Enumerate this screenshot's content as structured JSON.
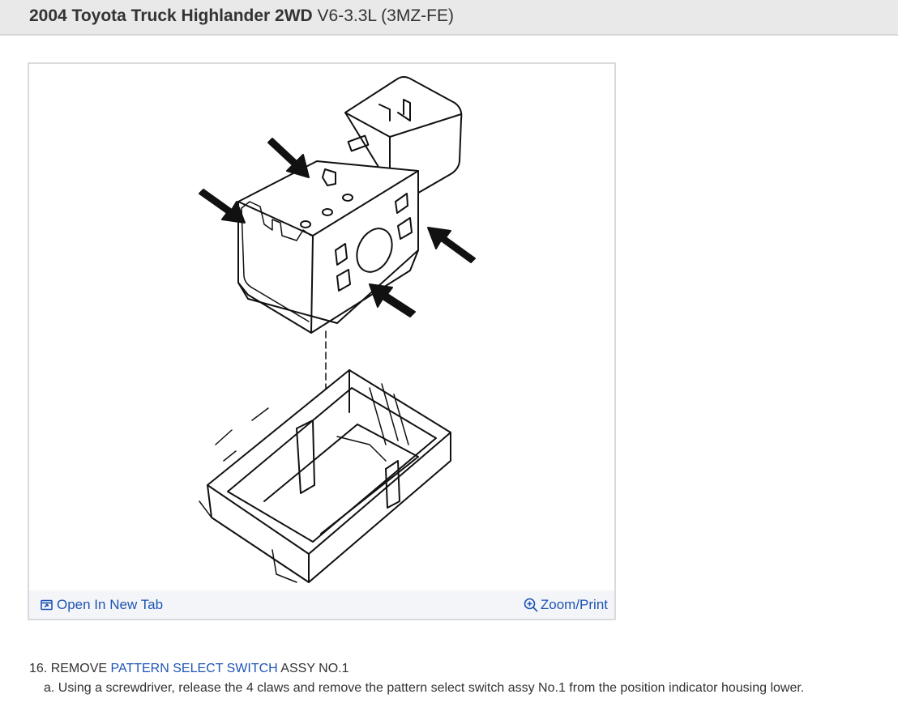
{
  "header": {
    "vehicle": "2004 Toyota Truck Highlander 2WD",
    "engine": "V6-3.3L (3MZ-FE)"
  },
  "figure": {
    "open_new_tab_label": "Open In New Tab",
    "zoom_print_label": "Zoom/Print"
  },
  "steps": {
    "step16_prefix": "16. REMOVE ",
    "step16_link": "PATTERN SELECT SWITCH",
    "step16_suffix": " ASSY NO.1",
    "step16_a": "a. Using a screwdriver, release the 4 claws and remove the pattern select switch assy No.1 from the position indicator housing lower."
  },
  "colors": {
    "link": "#1f55b5",
    "header_bg": "#e9e9ea",
    "text": "#333333"
  },
  "icons": {
    "open_tab": "open-in-new-tab-icon",
    "zoom": "zoom-in-icon"
  }
}
